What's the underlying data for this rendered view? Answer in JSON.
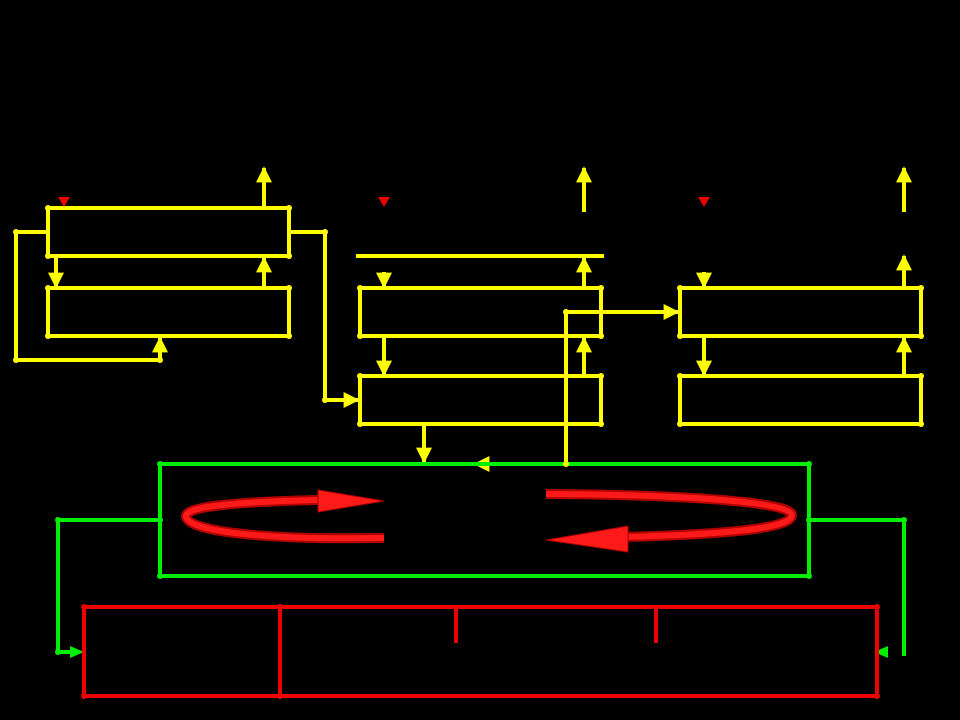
{
  "colors": {
    "background": "#000000",
    "process_line": "#FFFF00",
    "flow_loop": "#00EE00",
    "base_structure": "#EE0000",
    "feed_marker": "#EE0000",
    "swirl_fill": "#FF1A1A",
    "swirl_shadow": "#B00000"
  },
  "units": [
    {
      "id": "unit-left",
      "label": ""
    },
    {
      "id": "unit-middle",
      "label": ""
    },
    {
      "id": "unit-right",
      "label": ""
    }
  ],
  "chamber": {
    "label": ""
  },
  "base": {
    "label": ""
  }
}
